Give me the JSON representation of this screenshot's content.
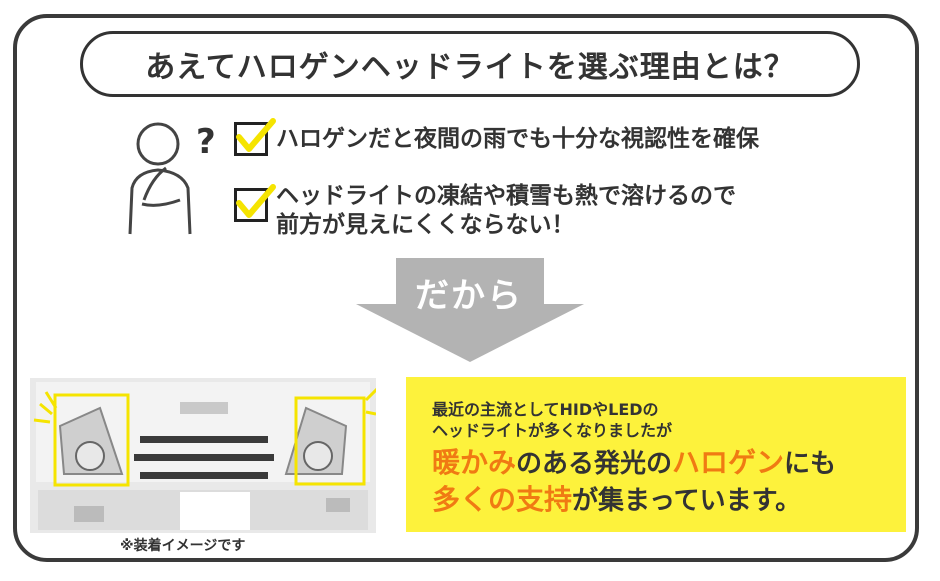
{
  "title": "あえてハロゲンヘッドライトを選ぶ理由とは？",
  "question_mark": "?",
  "checks": [
    {
      "lines": [
        "ハロゲンだと夜間の雨でも十分な視認性を確保"
      ]
    },
    {
      "lines": [
        "ヘッドライトの凍結や積雪も熱で溶けるので",
        "前方が見えにくくならない！"
      ]
    }
  ],
  "arrow_label": "だから",
  "caption": "※装着イメージです",
  "info": {
    "line1": "最近の主流としてHIDやLEDの",
    "line2": "ヘッドライトが多くなりましたが",
    "big1": {
      "a": "暖かみ",
      "b": "のある発光の",
      "c": "ハロゲン",
      "d": "にも"
    },
    "big2": {
      "a": "多くの支持",
      "b": "が集まっています。"
    }
  },
  "colors": {
    "highlight_yellow": "#fdf23c",
    "accent_orange": "#f07a13",
    "arrow_gray": "#b3b3b3",
    "check_yellow": "#f5e400"
  }
}
